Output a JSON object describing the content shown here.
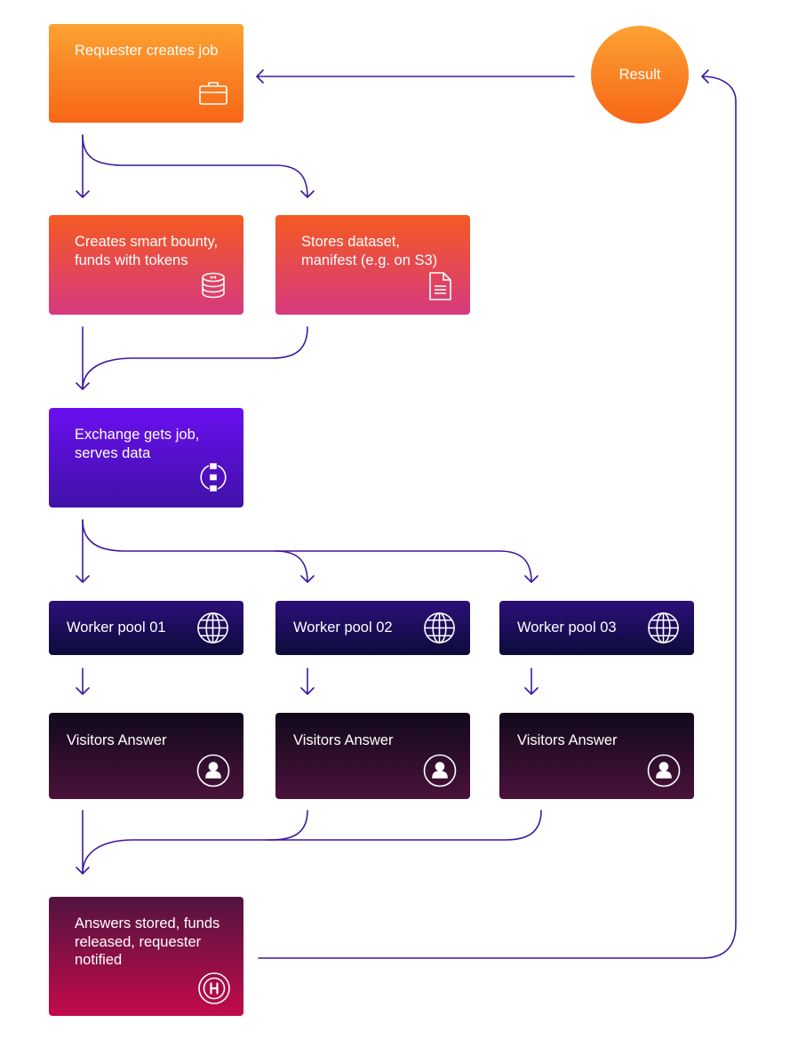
{
  "colors": {
    "connector": "#3b1a9e",
    "orange_start": "#fca232",
    "orange_end": "#f76617",
    "pink": "#d6397f",
    "purple": "#6a0ff0",
    "navy": "#0d0b3a",
    "dark_maroon": "#4a1239",
    "crimson": "#c30a4a"
  },
  "nodes": {
    "requester": {
      "label": "Requester creates job",
      "icon": "briefcase-icon"
    },
    "bounty": {
      "label": "Creates smart bounty, funds with tokens",
      "icon": "coin-stack-icon"
    },
    "storage": {
      "label": "Stores dataset, manifest (e.g. on S3)",
      "icon": "document-icon"
    },
    "exchange": {
      "label": "Exchange gets job, serves data",
      "icon": "exchange-icon"
    },
    "pools": [
      {
        "label": "Worker pool 01",
        "icon": "globe-icon"
      },
      {
        "label": "Worker pool 02",
        "icon": "globe-icon"
      },
      {
        "label": "Worker pool 03",
        "icon": "globe-icon"
      }
    ],
    "answers": [
      {
        "label": "Visitors Answer",
        "icon": "user-icon"
      },
      {
        "label": "Visitors Answer",
        "icon": "user-icon"
      },
      {
        "label": "Visitors Answer",
        "icon": "user-icon"
      }
    ],
    "final": {
      "label": "Answers stored, funds released, requester notified",
      "icon": "hmt-token-icon"
    },
    "result": {
      "label": "Result"
    }
  }
}
